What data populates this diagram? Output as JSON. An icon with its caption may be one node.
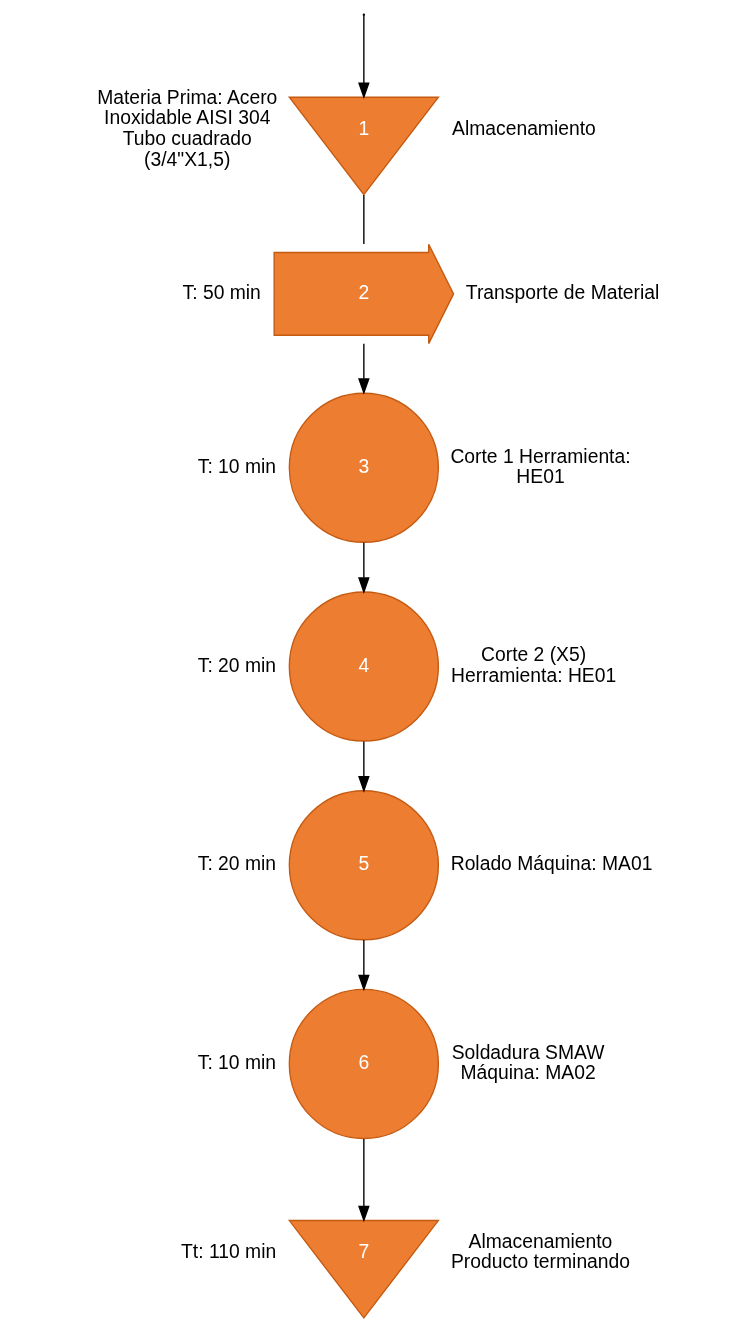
{
  "diagram": {
    "nodes": [
      {
        "text": [
          "1"
        ],
        "beside": [
          "Materia Prima: Acero Inoxidable AISI 304 Tubo cuadrado (3/4\"X1,5)",
          "Almacenamiento"
        ]
      },
      {
        "text": [
          "2"
        ],
        "beside": [
          "T: 50 min",
          "Transporte de Material"
        ]
      },
      {
        "text": [
          "3"
        ],
        "beside": [
          "T: 10 min",
          "Corte 1 Herramienta: HE01"
        ]
      },
      {
        "text": [
          "4"
        ],
        "beside": [
          "T: 20 min",
          "Corte 2 (X5) Herramienta: HE01"
        ]
      },
      {
        "text": [
          "5"
        ],
        "beside": [
          "T: 20 min",
          "Rolado Máquina: MA01"
        ]
      },
      {
        "text": [
          "6"
        ],
        "beside": [
          "T: 10 min",
          "Soldadura SMAW Máquina: MA02"
        ]
      },
      {
        "text": [
          "7"
        ],
        "beside": [
          "Tt: 110 min",
          "Almacenamiento Producto terminando"
        ]
      }
    ],
    "edges": [
      {
        "from": null,
        "to": 0,
        "arrow": "to"
      },
      {
        "from": 0,
        "to": 1,
        "arrow": "none"
      },
      {
        "from": 1,
        "to": 2,
        "arrow": "to"
      },
      {
        "from": 2,
        "to": 3,
        "arrow": "to"
      },
      {
        "from": 3,
        "to": 4,
        "arrow": "to"
      },
      {
        "from": 4,
        "to": 5,
        "arrow": "to"
      },
      {
        "from": 5,
        "to": 6,
        "arrow": "to"
      }
    ]
  }
}
